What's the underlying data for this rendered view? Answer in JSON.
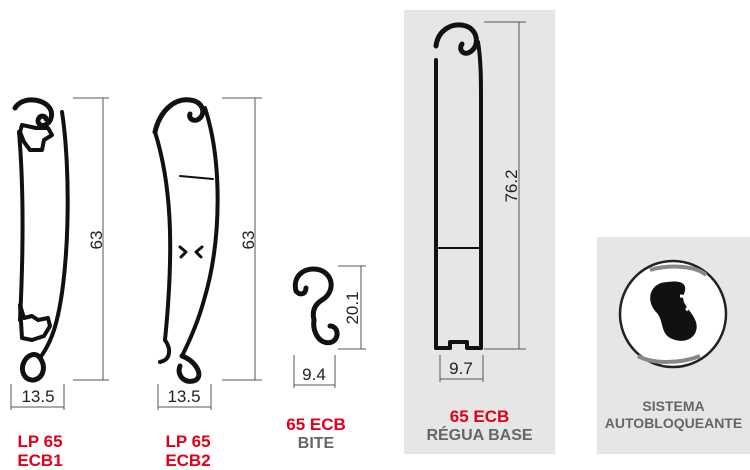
{
  "profiles": [
    {
      "id": "lp65ecb1",
      "height_dim": "63",
      "width_dim": "13.5",
      "name_line1": "LP 65 ECB1",
      "name_line2": ""
    },
    {
      "id": "lp65ecb2",
      "height_dim": "63",
      "width_dim": "13.5",
      "name_line1": "LP 65 ECB2",
      "name_line2": ""
    },
    {
      "id": "bite",
      "height_dim": "20.1",
      "width_dim": "9.4",
      "name_line1": "65 ECB",
      "name_line2": "BITE"
    },
    {
      "id": "regua-base",
      "height_dim": "76.2",
      "width_dim": "9.7",
      "name_line1": "65 ECB",
      "name_line2": "RÉGUA BASE"
    }
  ],
  "sistema": {
    "line1": "SISTEMA",
    "line2": "AUTOBLOQUEANTE",
    "icon": "interlocking-profiles-icon"
  },
  "colors": {
    "accent_red": "#e1001a",
    "label_grey": "#666666",
    "panel_bg": "#e6e6e6",
    "line": "#111111"
  }
}
